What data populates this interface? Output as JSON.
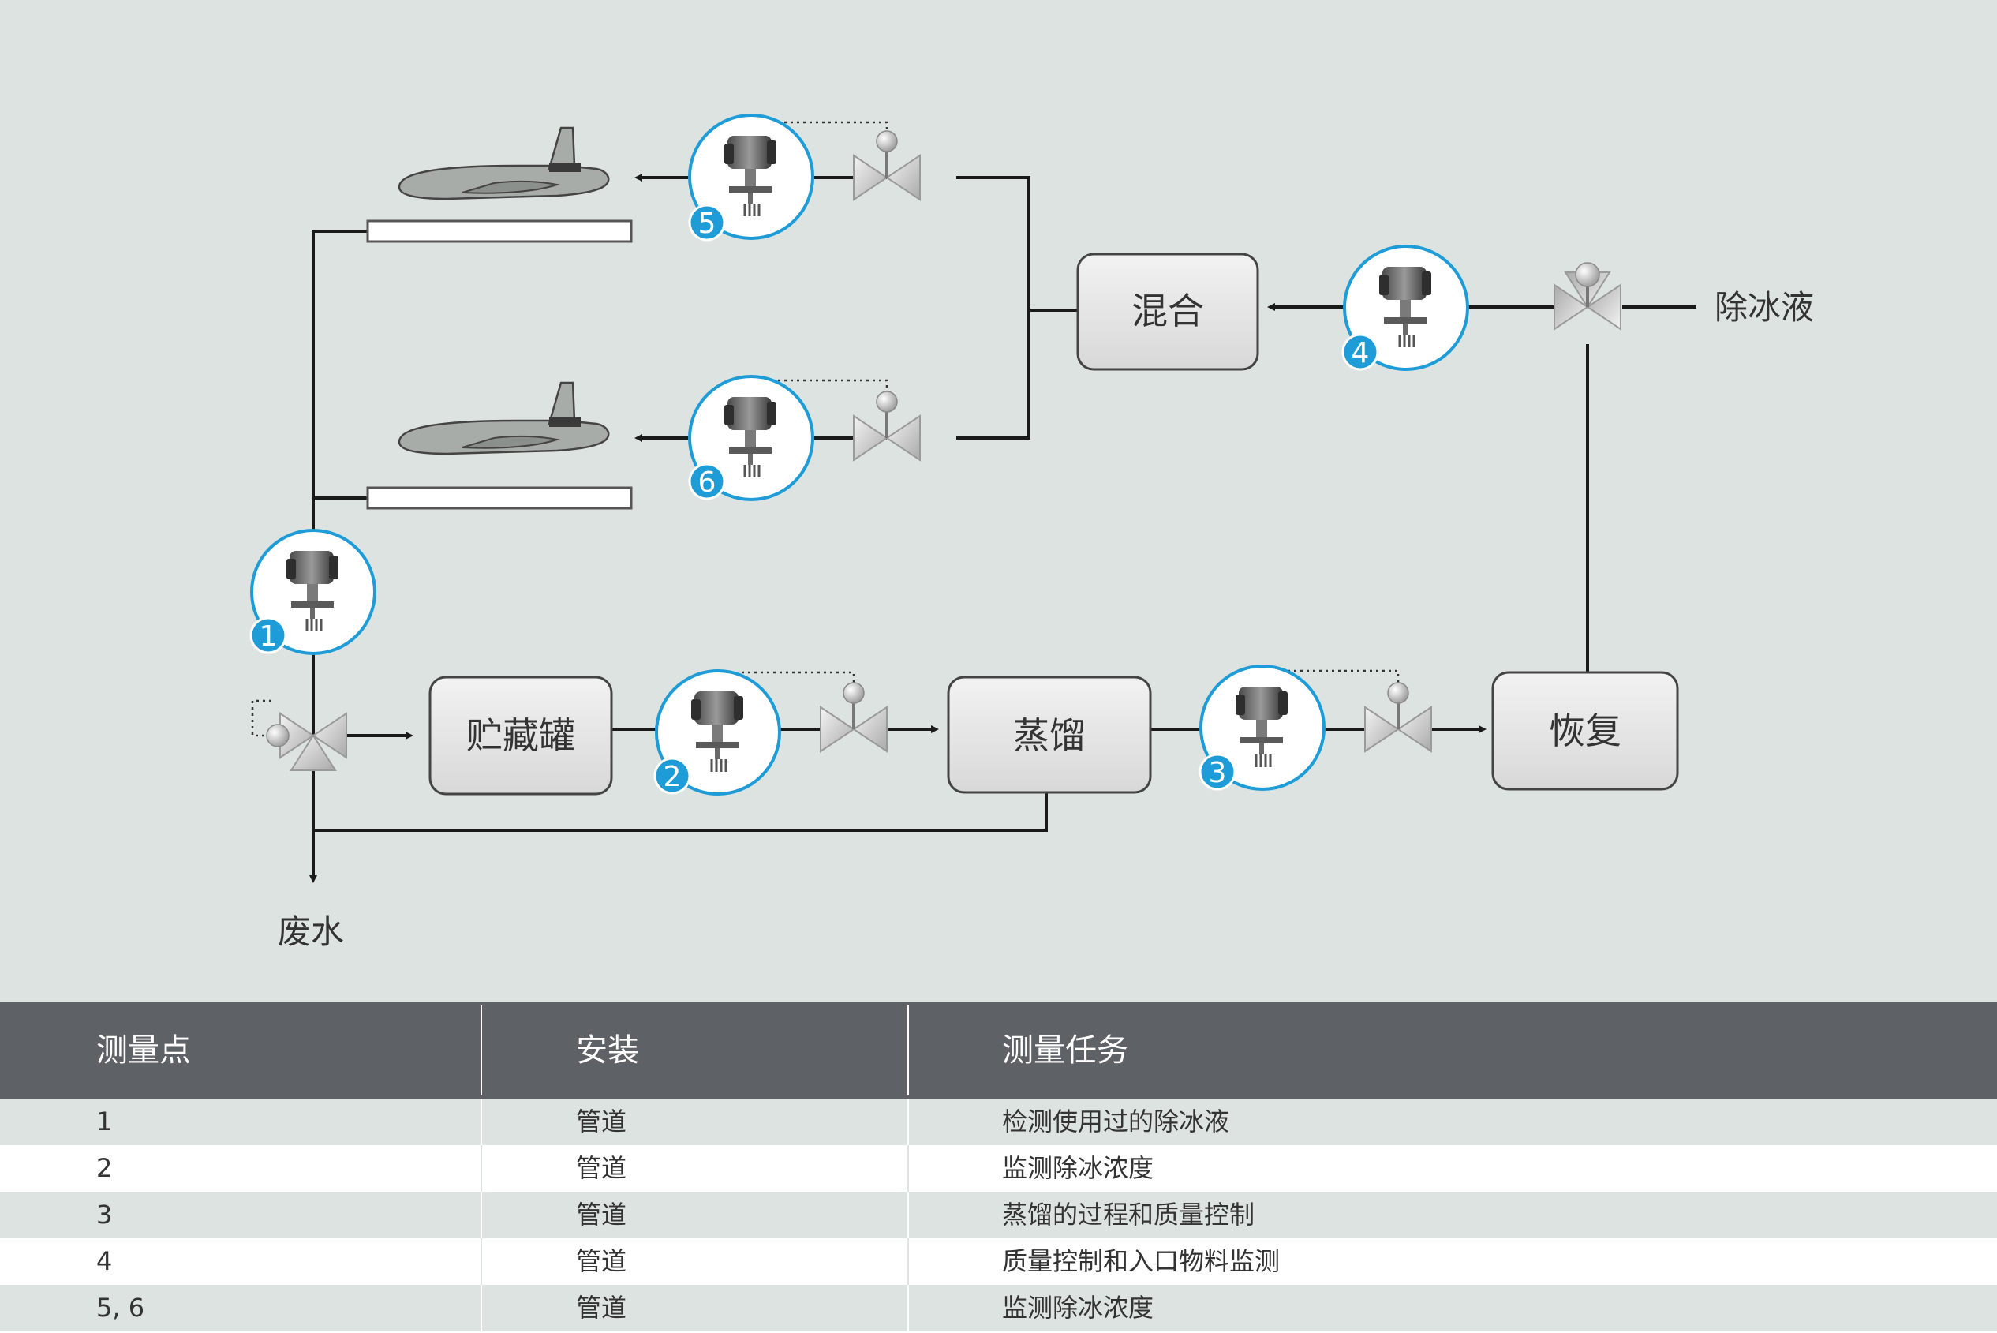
{
  "diagram": {
    "boxes": {
      "storage": "贮藏罐",
      "distill": "蒸馏",
      "recovery": "恢复",
      "mix": "混合"
    },
    "labels": {
      "wastewater": "废水",
      "deicer": "除冰液"
    },
    "sensors": [
      "1",
      "2",
      "3",
      "4",
      "5",
      "6"
    ]
  },
  "table": {
    "headers": [
      "测量点",
      "安装",
      "测量任务"
    ],
    "rows": [
      {
        "point": "1",
        "install": "管道",
        "task": "检测使用过的除冰液"
      },
      {
        "point": "2",
        "install": "管道",
        "task": "监测除冰浓度"
      },
      {
        "point": "3",
        "install": "管道",
        "task": "蒸馏的过程和质量控制"
      },
      {
        "point": "4",
        "install": "管道",
        "task": "质量控制和入口物料监测"
      },
      {
        "point": "5, 6",
        "install": "管道",
        "task": "监测除冰浓度"
      }
    ]
  },
  "colors": {
    "background": "#dde3e1",
    "header": "#5e6266",
    "badge": "#1e9cd7",
    "line": "#1a1a1a",
    "box": "#e8e8e8"
  }
}
